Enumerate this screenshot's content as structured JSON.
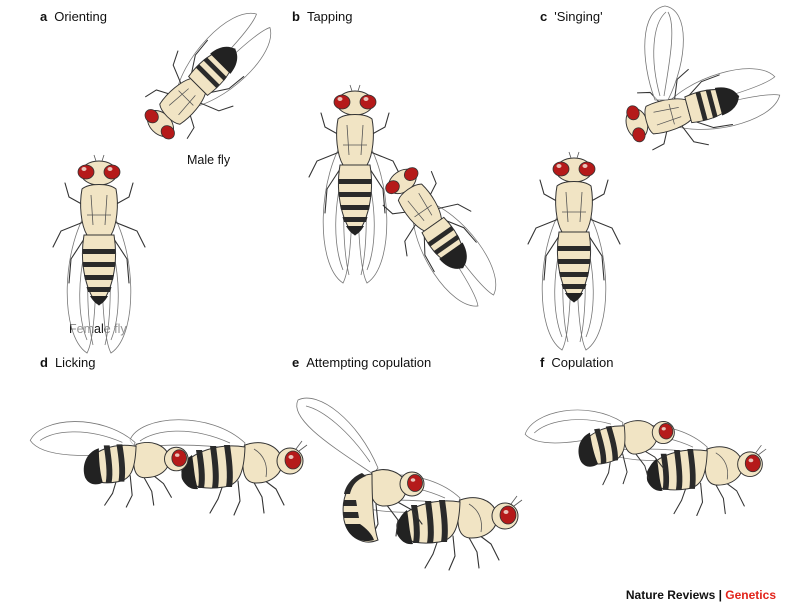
{
  "panels": [
    {
      "letter": "a",
      "title": "Orienting"
    },
    {
      "letter": "b",
      "title": "Tapping"
    },
    {
      "letter": "c",
      "title": "'Singing'"
    },
    {
      "letter": "d",
      "title": "Licking"
    },
    {
      "letter": "e",
      "title": "Attempting copulation"
    },
    {
      "letter": "f",
      "title": "Copulation"
    }
  ],
  "callouts": {
    "male": "Male fly",
    "female": "Female fly"
  },
  "footer": {
    "journal": "Nature Reviews",
    "separator": " | ",
    "section": "Genetics",
    "accent_color": "#e2231a"
  }
}
